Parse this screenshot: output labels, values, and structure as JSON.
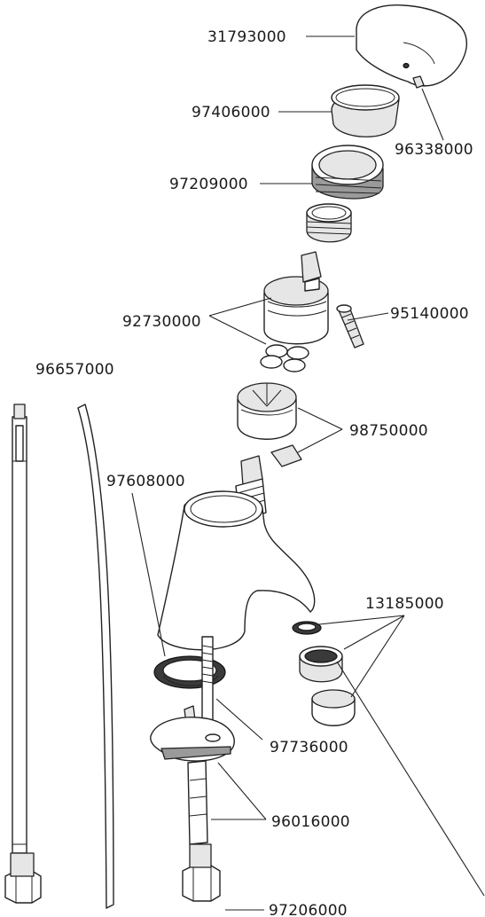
{
  "diagram": {
    "labels": {
      "handle": "31793000",
      "cover_cap": "97406000",
      "set_screw": "96338000",
      "ring_nut": "97209000",
      "cartridge": "92730000",
      "screw": "95140000",
      "supply_hose": "96657000",
      "extension": "98750000",
      "gasket": "97608000",
      "aerator": "13185000",
      "stud": "97736000",
      "mount_set": "96016000",
      "flex_hose": "97206000"
    }
  }
}
